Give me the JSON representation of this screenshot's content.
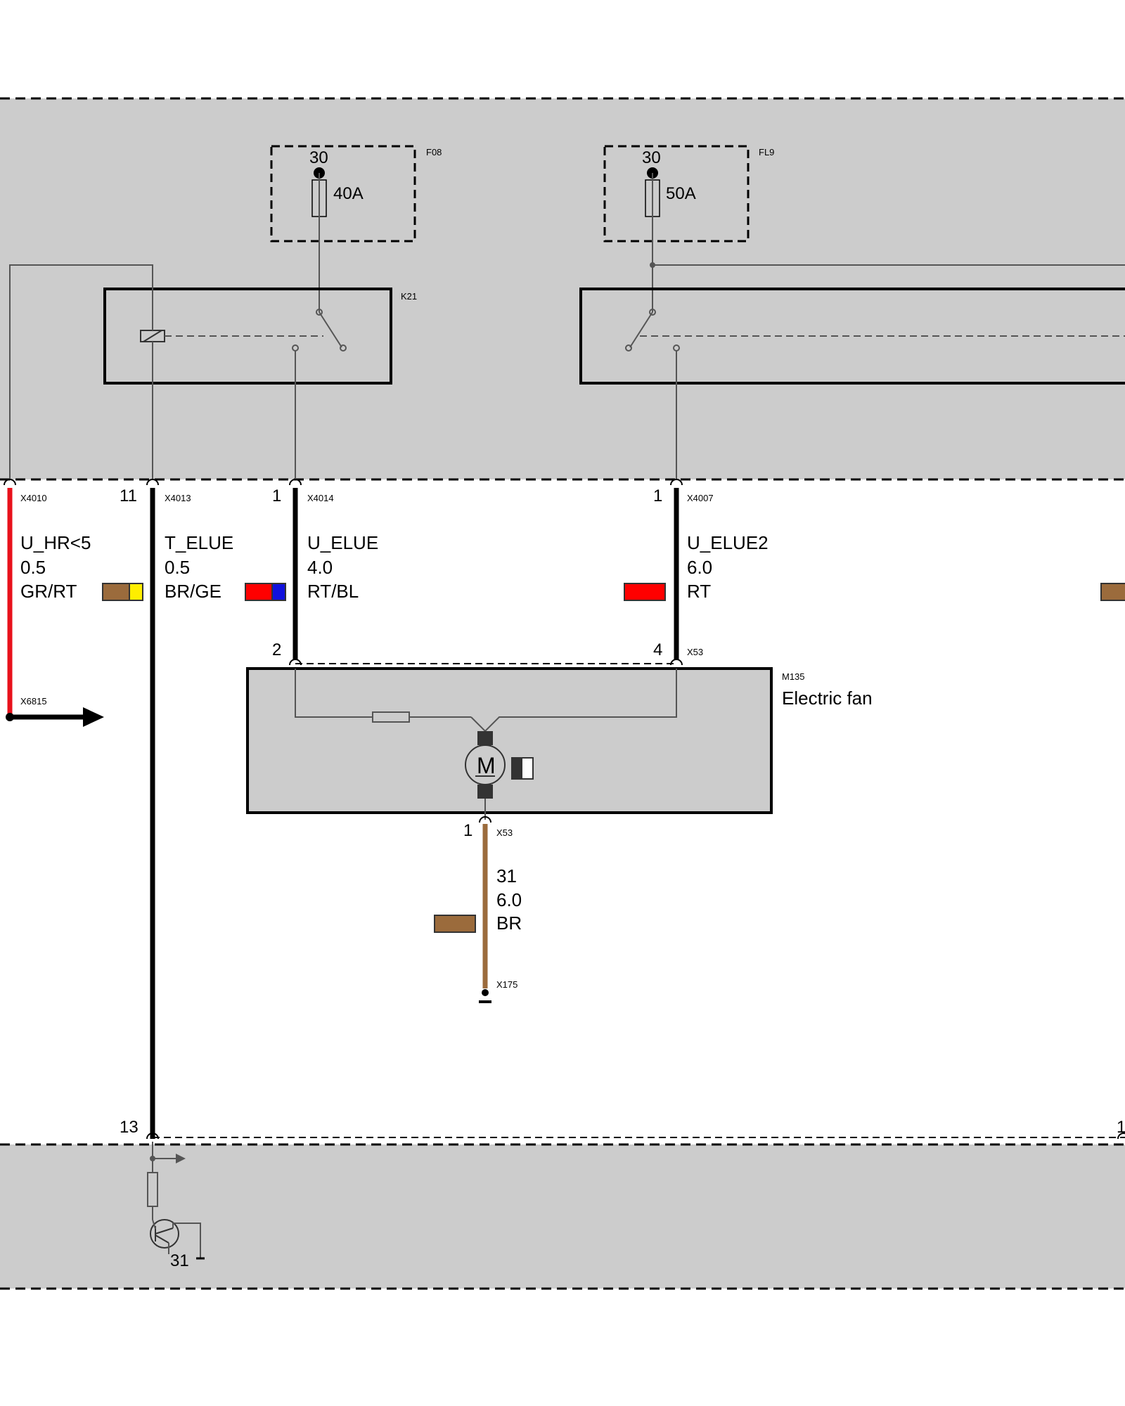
{
  "fuse_f08": {
    "terminal": "30",
    "rating": "40A",
    "id": "F08"
  },
  "fuse_fl9": {
    "terminal": "30",
    "rating": "50A",
    "id": "FL9"
  },
  "relay_k21": {
    "id": "K21"
  },
  "wires": [
    {
      "pin": "",
      "connector": "X4010",
      "signal": "U_HR<5",
      "cross_section": "0.5",
      "color_code": "GR/RT",
      "colors": [
        "#9b6b3c",
        "#ffee00"
      ],
      "wire_color": "#e8111b"
    },
    {
      "pin": "11",
      "connector": "X4013",
      "signal": "T_ELUE",
      "cross_section": "0.5",
      "color_code": "BR/GE",
      "colors": [
        "#ff0000",
        "#1111dd"
      ],
      "wire_color": "#000000"
    },
    {
      "pin": "1",
      "connector": "X4014",
      "signal": "U_ELUE",
      "cross_section": "4.0",
      "color_code": "RT/BL",
      "colors": [],
      "wire_color": "#000000"
    },
    {
      "pin": "1",
      "connector": "X4007",
      "signal": "U_ELUE2",
      "cross_section": "6.0",
      "color_code": "RT",
      "colors": [
        "#ff0000"
      ],
      "wire_color": "#000000"
    }
  ],
  "x6815": "X6815",
  "fan": {
    "id": "M135",
    "name": "Electric fan",
    "pin_left": "2",
    "pin_right": "4",
    "connector_top": "X53",
    "pin_bottom": "1",
    "connector_bottom": "X53"
  },
  "ground_wire": {
    "signal": "31",
    "cross_section": "6.0",
    "color_code": "BR",
    "color": "#9b6b3c",
    "connector": "X175"
  },
  "bottom_pin_left": "13",
  "bottom_pin_right": "1",
  "ground_terminal": "31",
  "colors": {
    "module_gray": "#cccccc",
    "brown": "#9b6b3c",
    "red": "#e8111b"
  }
}
